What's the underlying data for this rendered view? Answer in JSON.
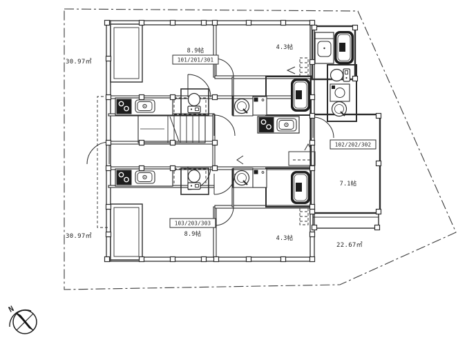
{
  "drawing": {
    "type": "apartment-floor-plan",
    "colors": {
      "line": "#2b2b2b",
      "background": "#ffffff",
      "fixture_dark": "#1c1c1c"
    }
  },
  "site": {
    "area_left_top": "30.97㎡",
    "area_left_bottom": "30.97㎡",
    "area_right_bottom": "22.67㎡"
  },
  "units": {
    "top": {
      "id": "101/201/301",
      "main_room": "8.9帖",
      "sub_room": "4.3帖"
    },
    "right": {
      "id": "102/202/302",
      "main_room": "7.1帖"
    },
    "bottom": {
      "id": "103/203/303",
      "main_room": "8.9帖",
      "sub_room": "4.3帖"
    }
  },
  "compass": {
    "north": "N"
  }
}
